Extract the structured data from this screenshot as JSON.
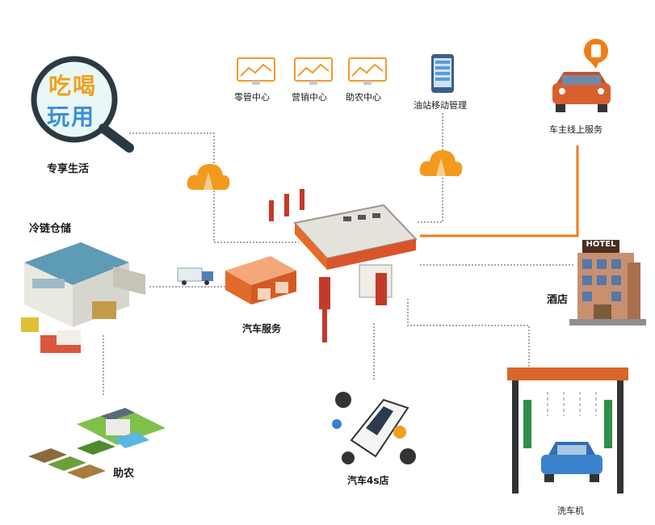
{
  "logo": {
    "line1": "吃喝",
    "line2": "玩用"
  },
  "labels": {
    "exclusive_life": "专享生活",
    "retail_center": "零管中心",
    "marketing_center": "营销中心",
    "agri_center": "助农中心",
    "station_mobile": "油站移动管理",
    "owner_online": "车主线上服务",
    "cold_chain": "冷链仓储",
    "car_service": "汽车服务",
    "hotel": "酒店",
    "agriculture": "助农",
    "car_4s": "汽车4s店",
    "car_wash": "洗车机"
  },
  "hotel_sign": "HOTEL",
  "colors": {
    "orange": "#f08a1c",
    "connector": "#7d7d7d",
    "orange_line": "#f07c16"
  }
}
